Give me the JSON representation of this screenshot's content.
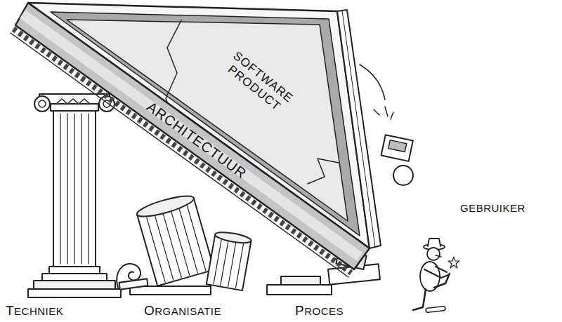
{
  "diagram": {
    "nodes": [
      {
        "text": [
          "SOFTWARE PRODUCT"
        ]
      },
      {
        "text": [
          "ARCHITECTUUR"
        ]
      }
    ],
    "labels": [
      "TECHNIEK",
      "ORGANISATIE",
      "PROCES",
      "GEBRUIKER"
    ]
  }
}
